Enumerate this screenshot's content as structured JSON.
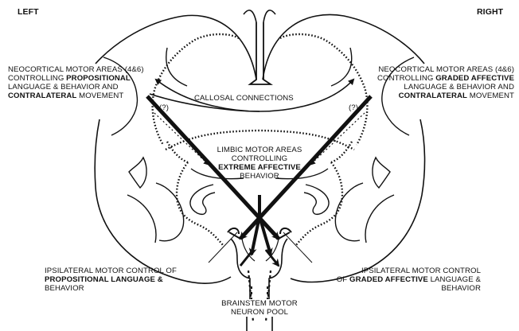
{
  "headings": {
    "left": "LEFT",
    "right": "RIGHT"
  },
  "left_cortex": {
    "line1": "NEOCORTICAL MOTOR AREAS (4&6)",
    "line2a": "CONTROLLING ",
    "line2b": "PROPOSITIONAL",
    "line3": "LANGUAGE & BEHAVIOR AND",
    "line4a": "CONTRALATERAL",
    "line4b": " MOVEMENT"
  },
  "right_cortex": {
    "line1": "NEOCORTICAL MOTOR AREAS (4&6)",
    "line2a": "CONTROLLING ",
    "line2b": "GRADED AFFECTIVE",
    "line3": "LANGUAGE & BEHAVIOR AND",
    "line4a": "CONTRALATERAL",
    "line4b": " MOVEMENT"
  },
  "callosal": "CALLOSAL CONNECTIONS",
  "question_mark": "(?)",
  "limbic": {
    "line1": "LIMBIC MOTOR AREAS",
    "line2": "CONTROLLING",
    "line3": "EXTREME AFFECTIVE",
    "line4": "BEHAVIOR"
  },
  "ipsi_left": {
    "line1": "IPSILATERAL MOTOR CONTROL OF",
    "line2": "PROPOSITIONAL LANGUAGE &",
    "line3": "BEHAVIOR"
  },
  "ipsi_right": {
    "line1": "IPSILATERAL MOTOR CONTROL",
    "line2a": "OF ",
    "line2b": "GRADED AFFECTIVE",
    "line2c": " LANGUAGE &",
    "line3": "BEHAVIOR"
  },
  "brainstem": {
    "line1": "BRAINSTEM MOTOR",
    "line2": "NEURON POOL"
  }
}
